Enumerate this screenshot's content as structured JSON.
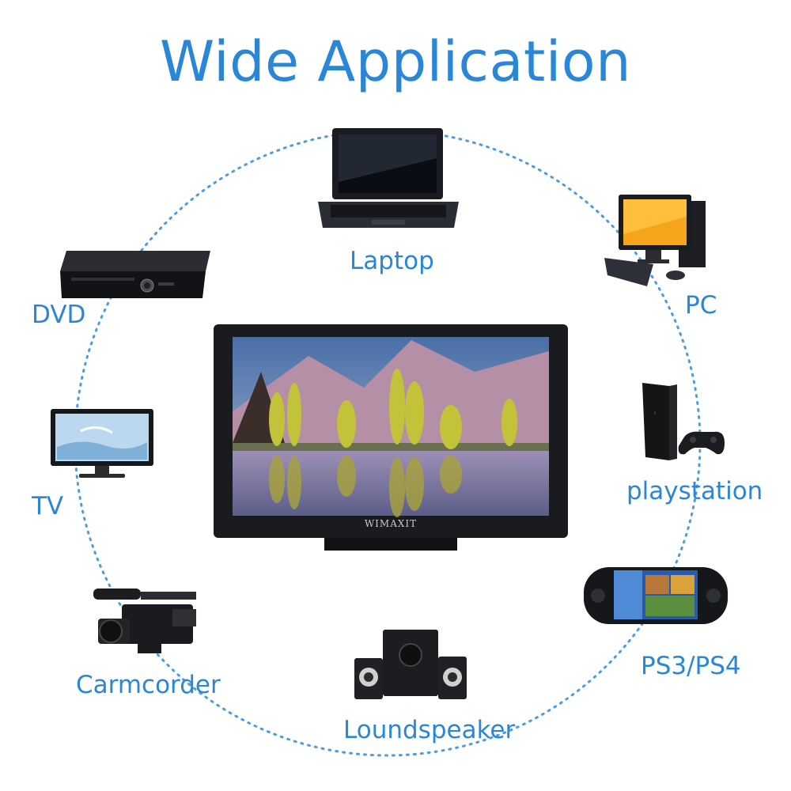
{
  "title": "Wide Application",
  "devices": {
    "laptop": "Laptop",
    "pc": "PC",
    "dvd": "DVD",
    "tv": "TV",
    "playstation": "playstation",
    "carmcorder": "Carmcorder",
    "psp": "PS3/PS4",
    "speaker": "Loundspeaker"
  },
  "monitor": {
    "brand": "WIMAXIT"
  },
  "colors": {
    "accent": "#2a86d6",
    "ring": "#4a9de0"
  }
}
